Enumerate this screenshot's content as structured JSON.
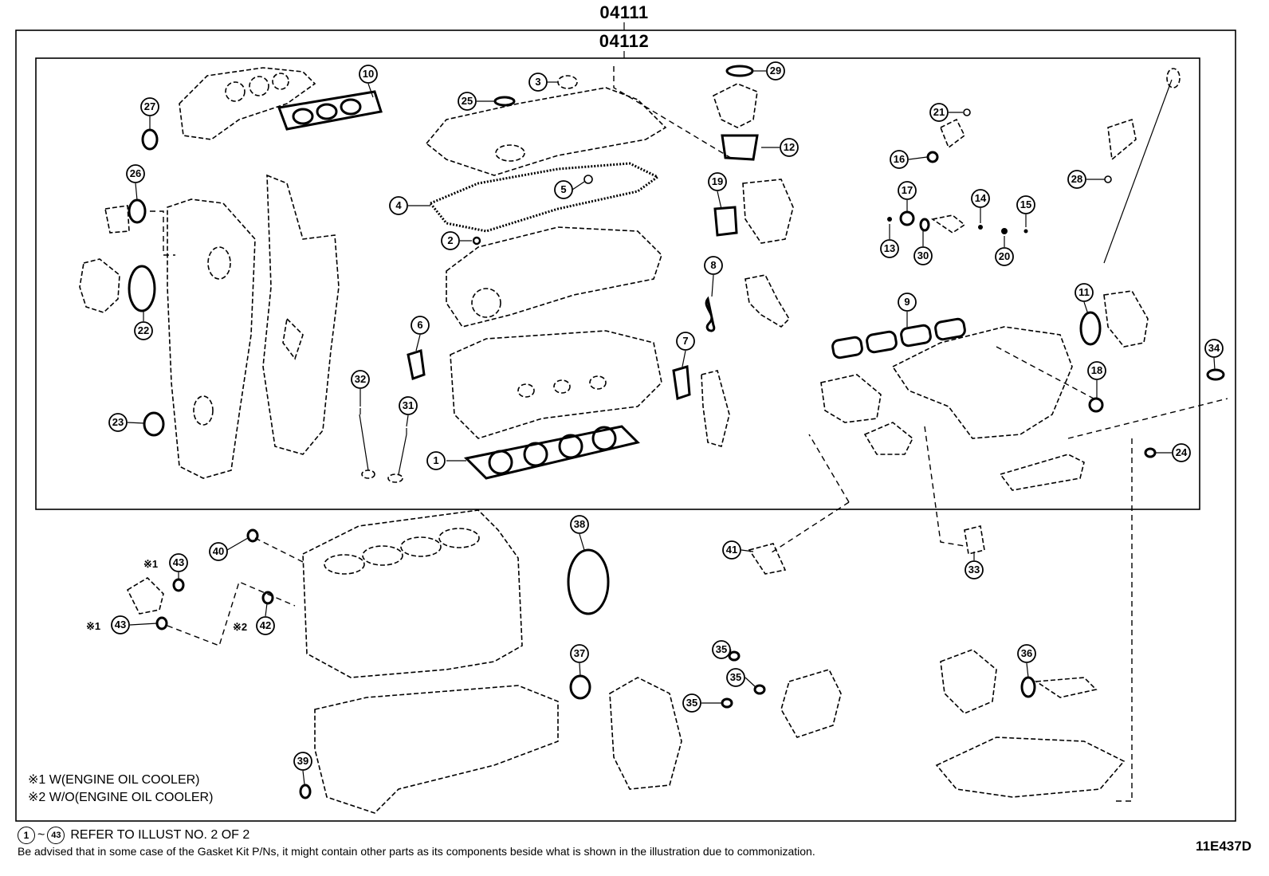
{
  "header": {
    "outer_part_number": "04111",
    "inner_part_number": "04112"
  },
  "callouts": [
    {
      "n": "1"
    },
    {
      "n": "2"
    },
    {
      "n": "3"
    },
    {
      "n": "4"
    },
    {
      "n": "5"
    },
    {
      "n": "6"
    },
    {
      "n": "7"
    },
    {
      "n": "8"
    },
    {
      "n": "9"
    },
    {
      "n": "10"
    },
    {
      "n": "11"
    },
    {
      "n": "12"
    },
    {
      "n": "13"
    },
    {
      "n": "14"
    },
    {
      "n": "15"
    },
    {
      "n": "16"
    },
    {
      "n": "17"
    },
    {
      "n": "18"
    },
    {
      "n": "19"
    },
    {
      "n": "20"
    },
    {
      "n": "21"
    },
    {
      "n": "22"
    },
    {
      "n": "23"
    },
    {
      "n": "24"
    },
    {
      "n": "25"
    },
    {
      "n": "26"
    },
    {
      "n": "27"
    },
    {
      "n": "28"
    },
    {
      "n": "29"
    },
    {
      "n": "30"
    },
    {
      "n": "31"
    },
    {
      "n": "32"
    },
    {
      "n": "33"
    },
    {
      "n": "34"
    },
    {
      "n": "35"
    },
    {
      "n": "35"
    },
    {
      "n": "35"
    },
    {
      "n": "36"
    },
    {
      "n": "37"
    },
    {
      "n": "38"
    },
    {
      "n": "39"
    },
    {
      "n": "40"
    },
    {
      "n": "41"
    },
    {
      "n": "42"
    },
    {
      "n": "43"
    },
    {
      "n": "43"
    }
  ],
  "condition_marks": {
    "mark1": "※1",
    "mark2": "※2"
  },
  "notes": {
    "note1": "※1 W(ENGINE OIL COOLER)",
    "note2": "※2 W/O(ENGINE OIL COOLER)"
  },
  "footer": {
    "refer_start": "1",
    "refer_tilde": "~",
    "refer_end": "43",
    "refer_text": "REFER TO ILLUST NO. 2 OF 2",
    "disclaimer": "Be advised that in some case of the Gasket Kit P/Ns,  it might contain other parts as its components beside what is shown in the illustration due to commonization.",
    "illustration_id": "11E437D"
  }
}
